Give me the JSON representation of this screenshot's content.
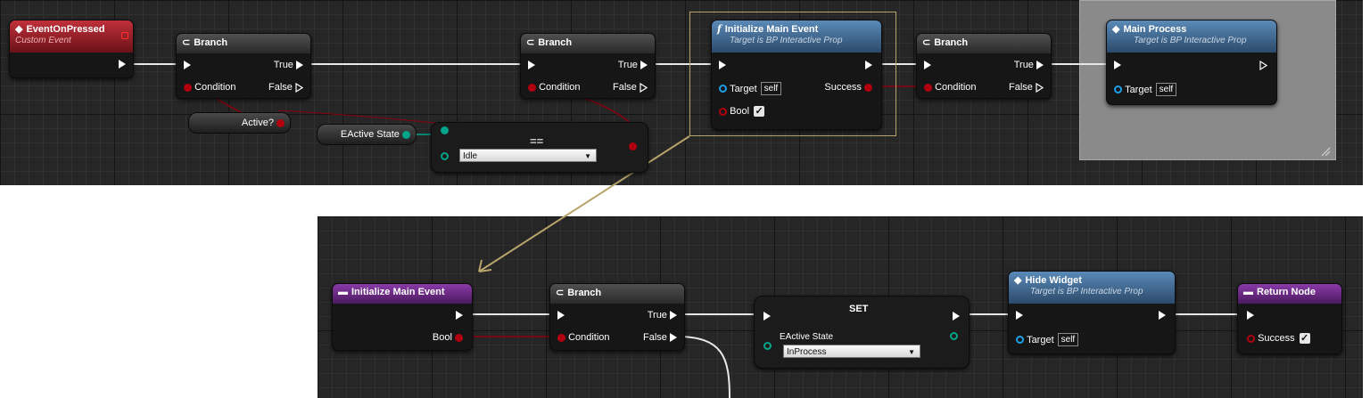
{
  "top_graph": {
    "event_node": {
      "title": "EventOnPressed",
      "subtitle": "Custom Event"
    },
    "branch1": {
      "title": "Branch",
      "true_label": "True",
      "false_label": "False",
      "condition_label": "Condition"
    },
    "active_var": {
      "label": "Active?"
    },
    "enum_node": {
      "label": "EActive State"
    },
    "equals_node": {
      "operator": "==",
      "value": "Idle"
    },
    "branch2": {
      "title": "Branch",
      "true_label": "True",
      "false_label": "False",
      "condition_label": "Condition"
    },
    "init_node": {
      "title": "Initialize Main Event",
      "subtitle": "Target is BP Interactive Prop",
      "target_label": "Target",
      "self_label": "self",
      "success_label": "Success",
      "bool_label": "Bool"
    },
    "branch3": {
      "title": "Branch",
      "true_label": "True",
      "false_label": "False",
      "condition_label": "Condition"
    },
    "main_process": {
      "title": "Main Process",
      "subtitle": "Target is BP Interactive Prop",
      "target_label": "Target",
      "self_label": "self"
    }
  },
  "bottom_graph": {
    "entry_node": {
      "title": "Initialize Main Event",
      "bool_label": "Bool"
    },
    "branch": {
      "title": "Branch",
      "true_label": "True",
      "false_label": "False",
      "condition_label": "Condition"
    },
    "set_node": {
      "title": "SET",
      "var_label": "EActive State",
      "value": "InProcess"
    },
    "hide_widget": {
      "title": "Hide Widget",
      "subtitle": "Target is BP Interactive Prop",
      "target_label": "Target",
      "self_label": "self"
    },
    "return_node": {
      "title": "Return Node",
      "success_label": "Success"
    }
  },
  "colors": {
    "exec": "#ffffff",
    "bool": "#b0000f",
    "object": "#1aa0e8",
    "enum": "#00a48a",
    "function_header": "#5a8ab8",
    "event_header": "#c0303a",
    "entry_header": "#8a3aa8",
    "selection": "#b7a46a"
  }
}
